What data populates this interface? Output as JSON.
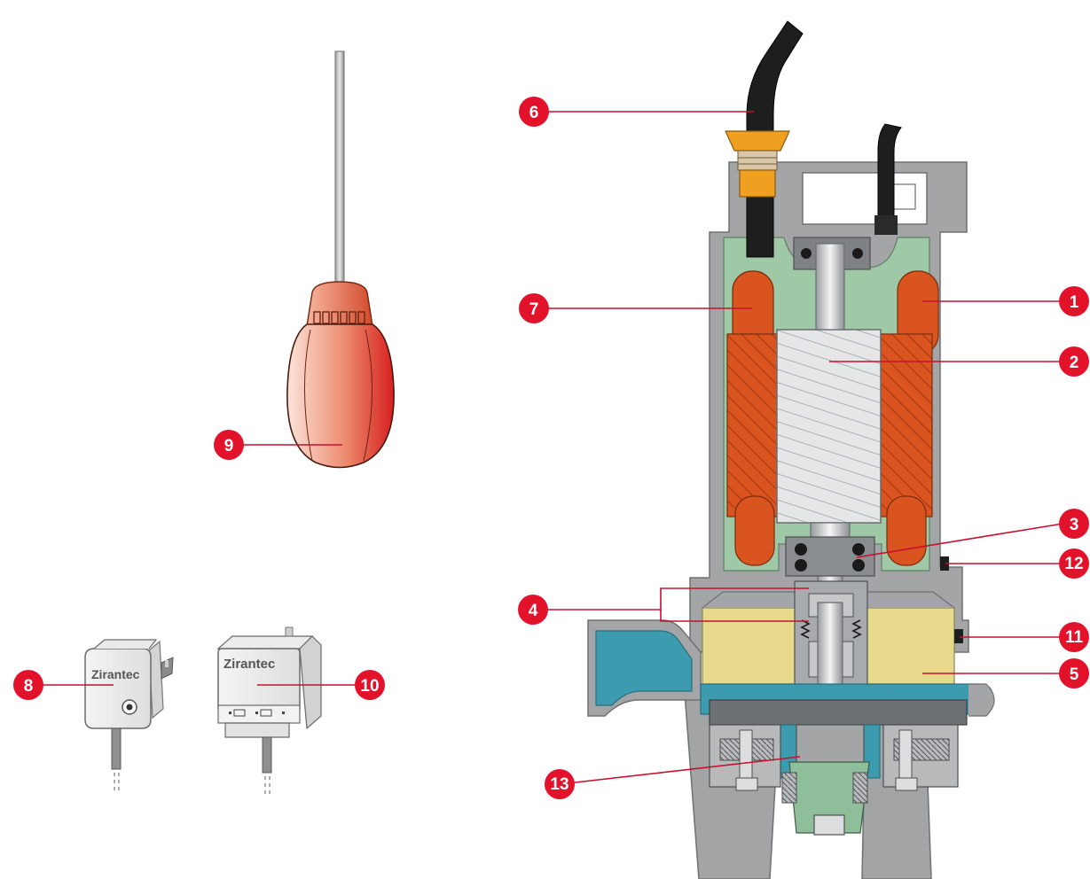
{
  "devices": {
    "brand_left": "Zirantec",
    "brand_right": "Zirantec"
  },
  "callouts": [
    {
      "id": "1"
    },
    {
      "id": "2"
    },
    {
      "id": "3"
    },
    {
      "id": "4"
    },
    {
      "id": "5"
    },
    {
      "id": "6"
    },
    {
      "id": "7"
    },
    {
      "id": "8"
    },
    {
      "id": "9"
    },
    {
      "id": "10"
    },
    {
      "id": "11"
    },
    {
      "id": "12"
    },
    {
      "id": "13"
    }
  ],
  "colors": {
    "callout_red": "#e3122b",
    "leader_red": "#c8102e",
    "casing_gray": "#9a9c9e",
    "motor_green": "#9fc9a6",
    "winding_orange": "#d9541f",
    "rotor_silver": "#d6d8da",
    "oil_yellow": "#e6d98c",
    "volute_blue": "#3d9bb0",
    "cable_black": "#1e1e1e",
    "gland_orange": "#f0a021",
    "float_red": "#e8573e"
  }
}
